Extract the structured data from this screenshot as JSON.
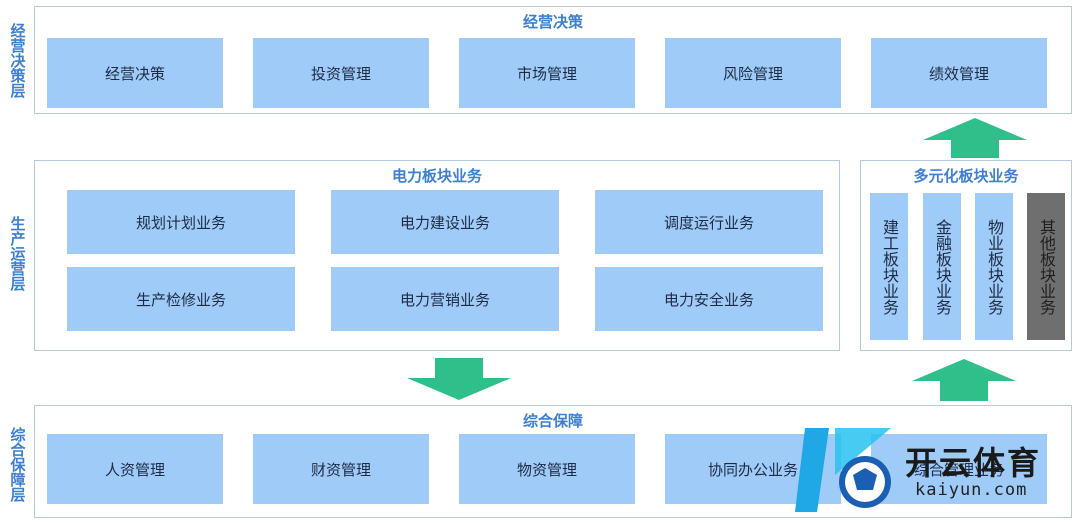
{
  "layers": {
    "decision": "经营决策层",
    "production": "生产运营层",
    "support": "综合保障层"
  },
  "decision_panel": {
    "title": "经营决策",
    "items": [
      "经营决策",
      "投资管理",
      "市场管理",
      "风险管理",
      "绩效管理"
    ]
  },
  "power_panel": {
    "title": "电力板块业务",
    "items": [
      "规划计划业务",
      "电力建设业务",
      "调度运行业务",
      "生产检修业务",
      "电力营销业务",
      "电力安全业务"
    ]
  },
  "diversified_panel": {
    "title": "多元化板块业务",
    "items": [
      "建工板块业务",
      "金融板块业务",
      "物业板块业务",
      "其他板块业务"
    ]
  },
  "support_panel": {
    "title": "综合保障",
    "items": [
      "人资管理",
      "财资管理",
      "物资管理",
      "协同办公业务",
      "综合管理业务"
    ]
  },
  "watermark": {
    "cn": "开云体育",
    "en": "kaiyun.com"
  },
  "colors": {
    "box": "#9ecbf8",
    "accent": "#3f7fd0",
    "arrow": "#2fbf8a",
    "dark_box": "#6f6f6f"
  }
}
